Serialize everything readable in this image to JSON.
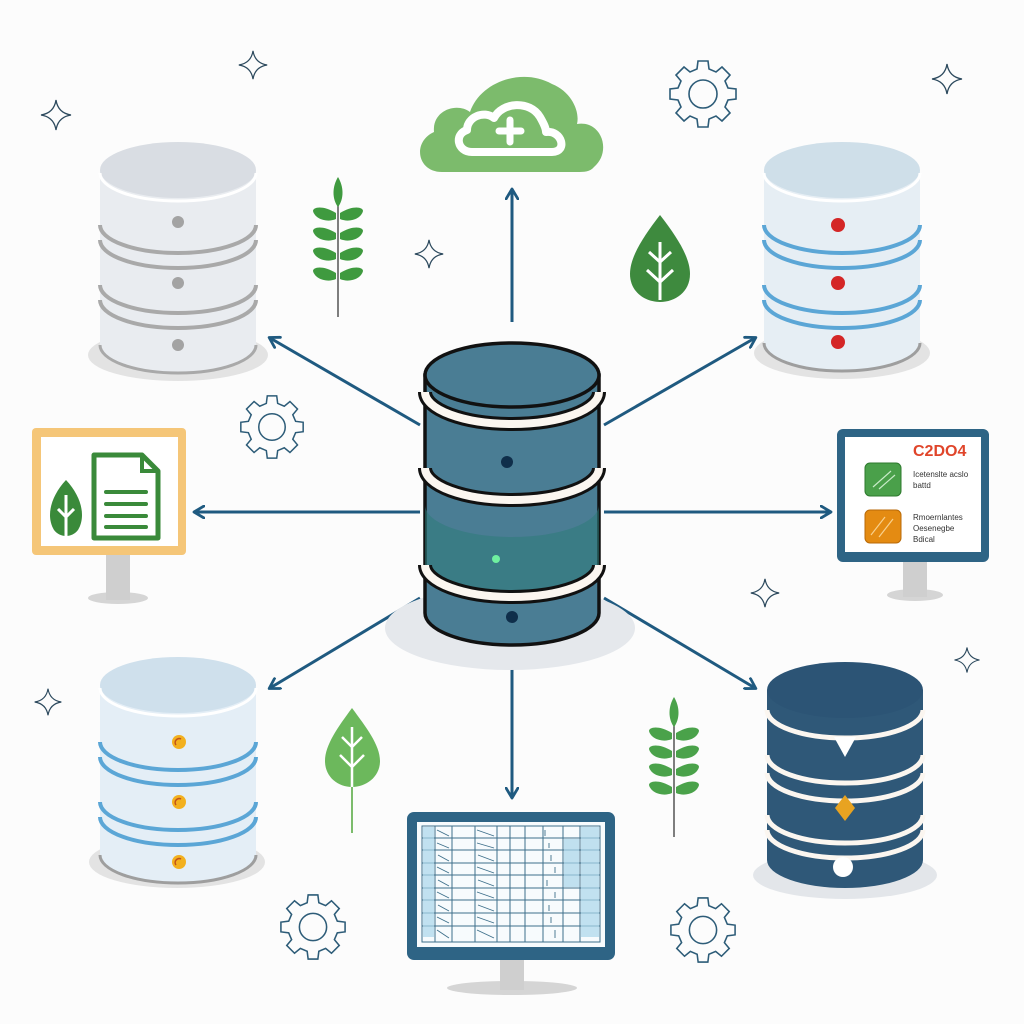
{
  "diagram": {
    "type": "hub-and-spoke data distribution",
    "colors": {
      "hub_fill": "#4a7d94",
      "hub_stroke": "#111111",
      "arrow": "#1f5a80",
      "green": "#4caf50",
      "dark_green": "#3a8a3a",
      "cloud_green": "#7cbb6c",
      "red_led": "#d42626",
      "amber_led": "#f2b01e",
      "navy_db": "#2f5878",
      "orange_frame": "#f5c678",
      "monitor_frame": "#2e6485"
    },
    "hub": {
      "name": "central-database",
      "label": ""
    },
    "nodes": [
      {
        "id": "cloud",
        "icon": "cloud-plus-icon",
        "position": "top"
      },
      {
        "id": "db-gray",
        "icon": "database-gray-icon",
        "position": "top-left"
      },
      {
        "id": "db-red",
        "icon": "database-red-led-icon",
        "position": "top-right"
      },
      {
        "id": "doc-monitor",
        "icon": "document-leaf-monitor-icon",
        "position": "left"
      },
      {
        "id": "report-monitor",
        "icon": "report-monitor-icon",
        "position": "right"
      },
      {
        "id": "db-amber",
        "icon": "database-amber-led-icon",
        "position": "bottom-left"
      },
      {
        "id": "spreadsheet-monitor",
        "icon": "spreadsheet-monitor-icon",
        "position": "bottom"
      },
      {
        "id": "db-navy",
        "icon": "database-navy-icon",
        "position": "bottom-right"
      }
    ],
    "report_panel": {
      "code": "C2DO4",
      "item1_line1": "Icetenslte acslo",
      "item1_line2": "battd",
      "item2_line1": "Rmoernlantes",
      "item2_line2": "Oesenegbe",
      "item2_line3": "Bdical"
    },
    "decorations": [
      "sparkle-icon",
      "gear-icon",
      "leaf-icon",
      "wheat-sprig-icon"
    ]
  }
}
